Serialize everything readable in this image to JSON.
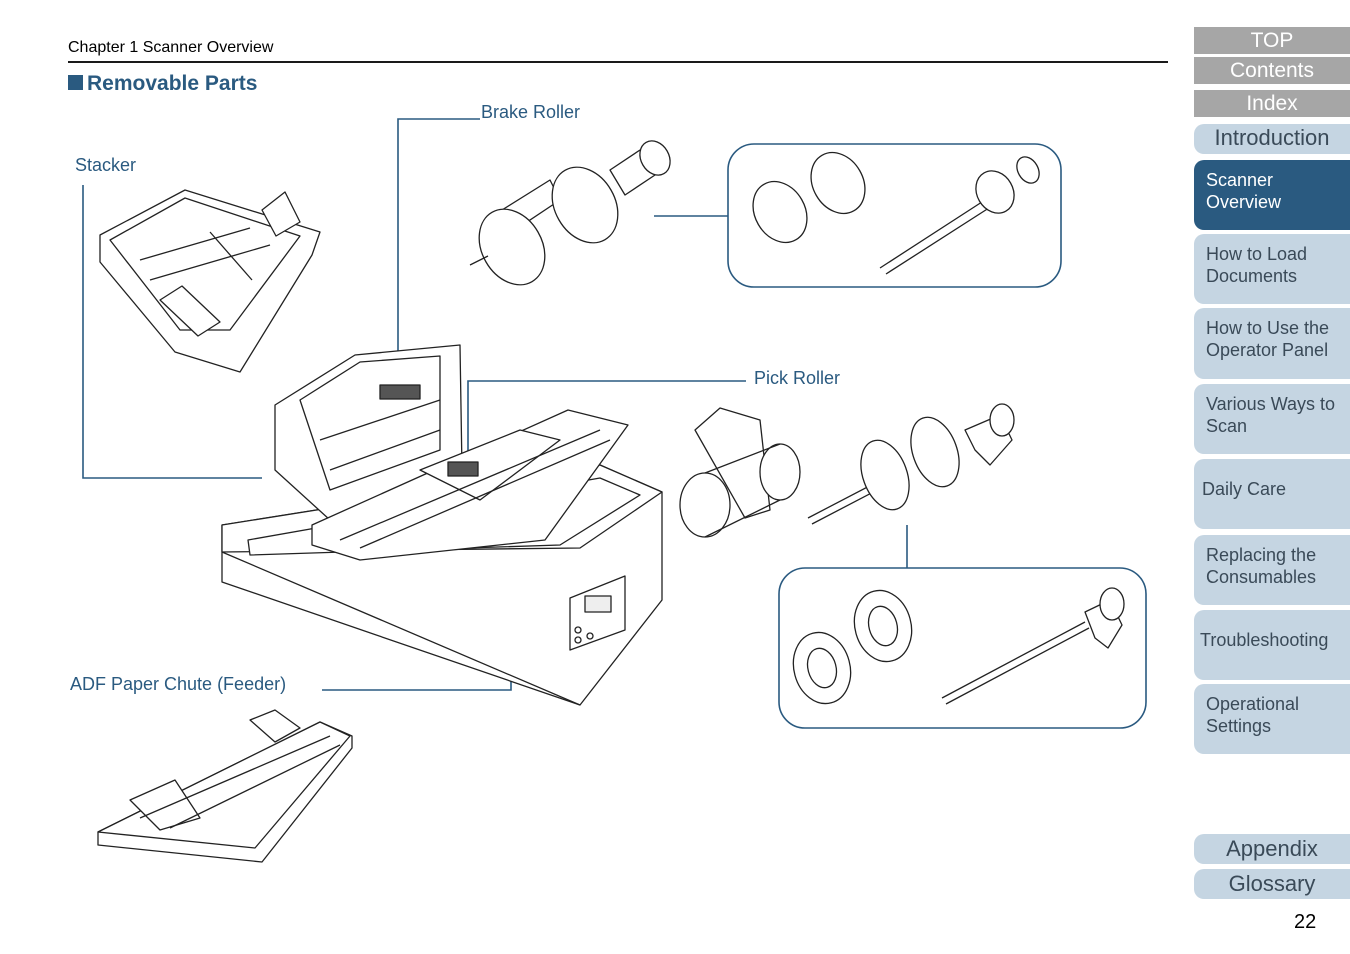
{
  "header": {
    "chapter": "Chapter 1 Scanner Overview"
  },
  "section": {
    "title": "Removable Parts"
  },
  "callouts": {
    "brake_roller": "Brake Roller",
    "stacker": "Stacker",
    "pick_roller": "Pick Roller",
    "adf_chute": "ADF Paper Chute (Feeder)"
  },
  "nav": {
    "top": "TOP",
    "contents": "Contents",
    "index": "Index",
    "introduction": "Introduction",
    "scanner_overview": "Scanner Overview",
    "how_to_load": "How to Load Documents",
    "operator_panel": "How to Use the Operator Panel",
    "ways_to_scan": "Various Ways to Scan",
    "daily_care": "Daily Care",
    "replacing": "Replacing the Consumables",
    "troubleshooting": "Troubleshooting",
    "operational": "Operational Settings",
    "appendix": "Appendix",
    "glossary": "Glossary"
  },
  "page_number": "22",
  "colors": {
    "accent": "#2a5a80",
    "nav_light": "#c5d5e2",
    "nav_gray": "#a6a6a6"
  }
}
